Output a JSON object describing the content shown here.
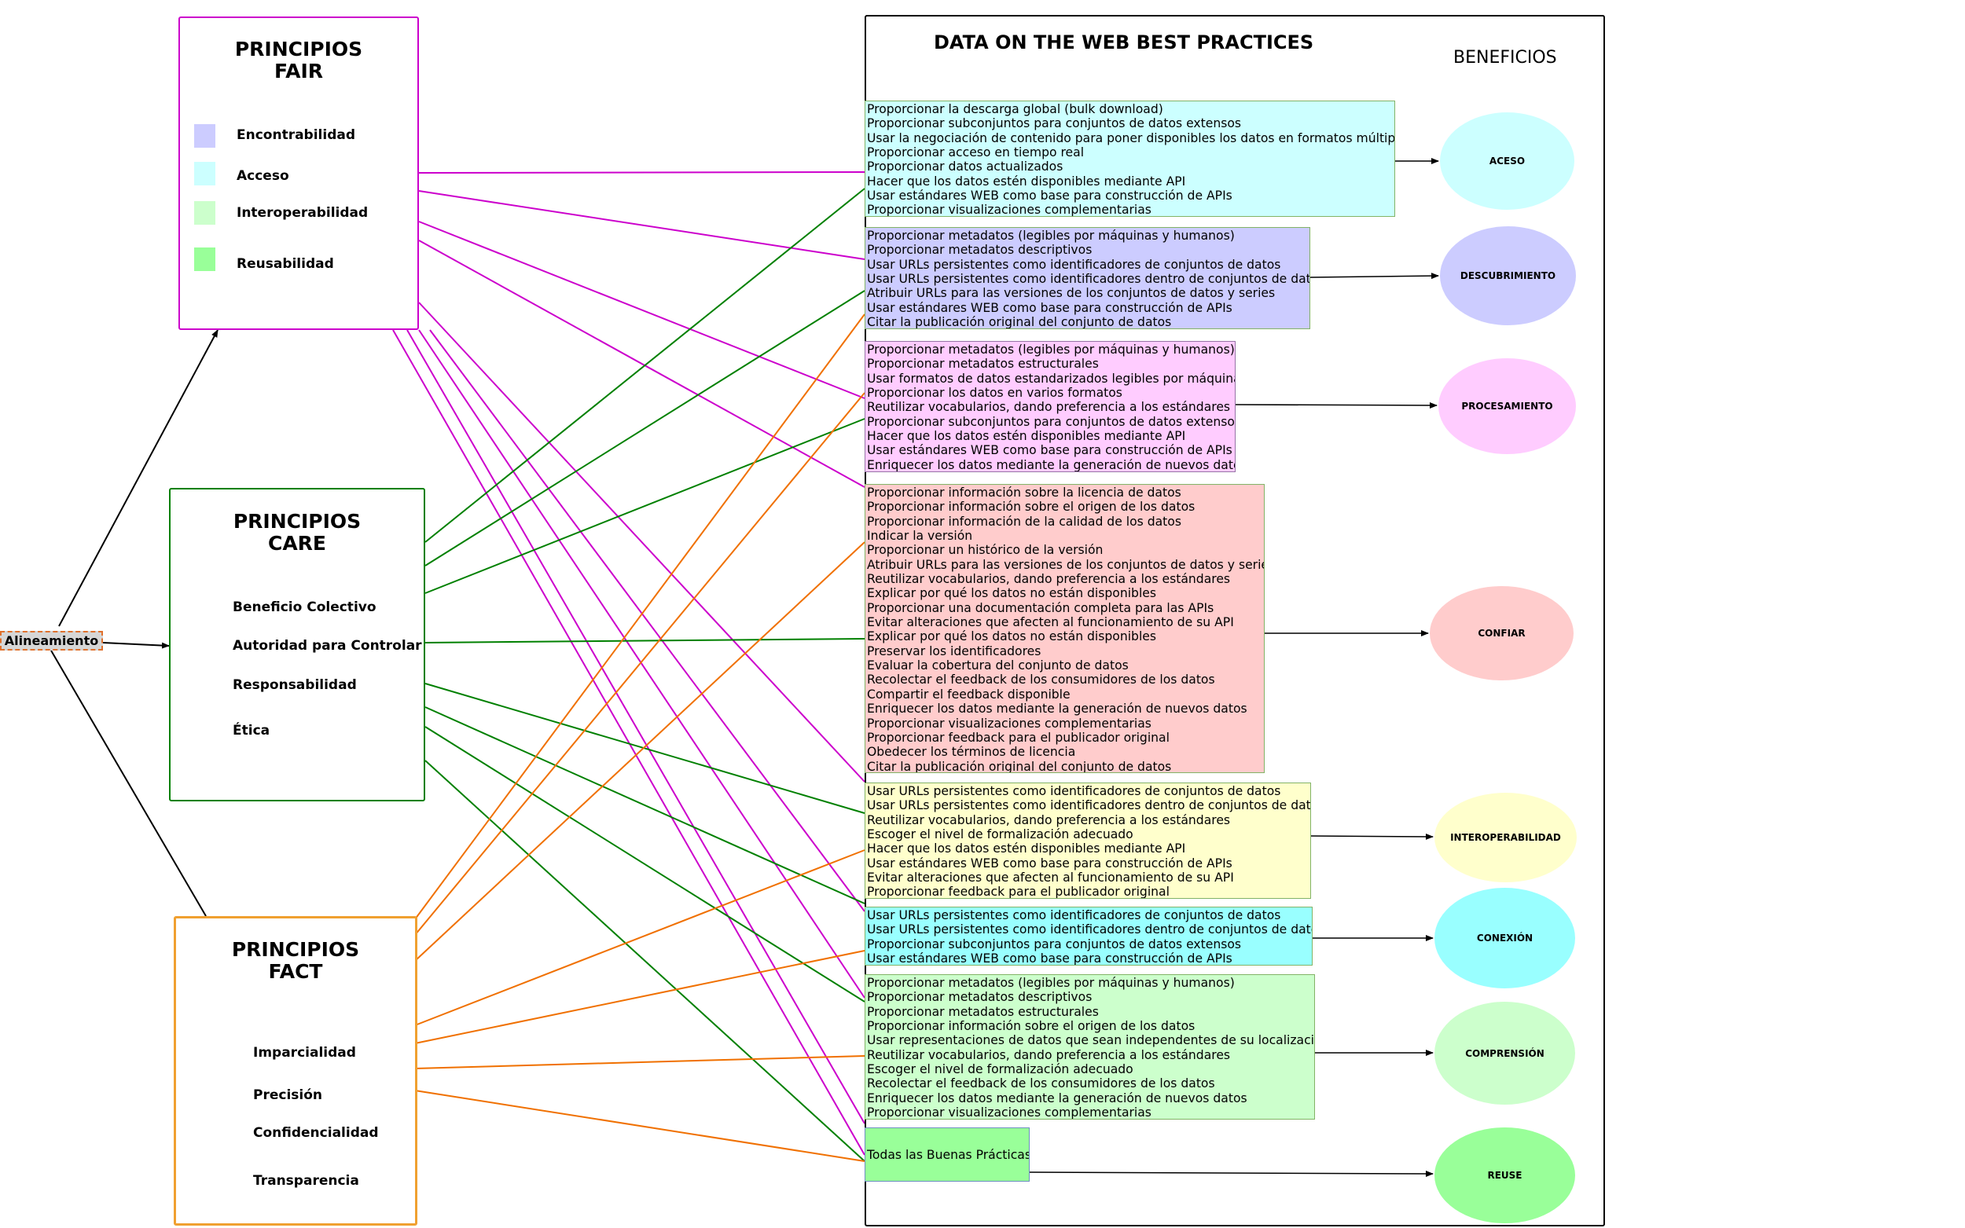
{
  "header": {
    "title": "DATA ON THE WEB BEST PRACTICES",
    "benefits_label": "BENEFICIOS"
  },
  "alignment": {
    "label": "Alineamiento"
  },
  "principles": {
    "fair": {
      "title_line1": "PRINCIPIOS",
      "title_line2": "FAIR",
      "color": "#cc00cc",
      "items": [
        {
          "label": "Encontrabilidad",
          "swatch": "#ccccff"
        },
        {
          "label": "Acceso",
          "swatch": "#ccffff"
        },
        {
          "label": "Interoperabilidad",
          "swatch": "#ccffcc"
        },
        {
          "label": "Reusabilidad",
          "swatch": "#99ff99"
        }
      ]
    },
    "care": {
      "title_line1": "PRINCIPIOS",
      "title_line2": "CARE",
      "color": "#008000",
      "items": [
        {
          "label": "Beneficio Colectivo"
        },
        {
          "label": "Autoridad para Controlar"
        },
        {
          "label": "Responsabilidad"
        },
        {
          "label": "Ética"
        }
      ]
    },
    "fact": {
      "title_line1": "PRINCIPIOS",
      "title_line2": "FACT",
      "color": "#f0a030",
      "items": [
        {
          "label": "Imparcialidad"
        },
        {
          "label": "Precisión"
        },
        {
          "label": "Confidencialidad"
        },
        {
          "label": "Transparencia"
        }
      ]
    }
  },
  "practices": [
    {
      "fill": "#ccffff",
      "text": "Proporcionar la descarga global (bulk download)\nProporcionar subconjuntos para conjuntos de datos extensos\nUsar la negociación de contenido para poner disponibles los datos en formatos múltiples\nProporcionar acceso en tiempo real\nProporcionar datos actualizados\nHacer que los datos estén disponibles mediante API\nUsar estándares WEB como base para construcción de APIs\nProporcionar visualizaciones complementarias"
    },
    {
      "fill": "#ccccff",
      "text": "Proporcionar metadatos (legibles por máquinas y humanos)\nProporcionar metadatos descriptivos\nUsar URLs persistentes como identificadores de conjuntos de datos\nUsar URLs persistentes como identificadores dentro de conjuntos de datos\nAtribuir URLs para las versiones de los conjuntos de datos y series\nUsar estándares WEB como base para construcción de APIs\nCitar la publicación original del conjunto de datos"
    },
    {
      "fill": "#ffccff",
      "text": "Proporcionar metadatos (legibles por máquinas y humanos)\nProporcionar metadatos estructurales\nUsar formatos de datos estandarizados legibles por máquinas\nProporcionar los datos en varios formatos\nReutilizar vocabularios, dando preferencia a los estándares\nProporcionar subconjuntos para conjuntos de datos extensos\nHacer que los datos estén disponibles mediante API\nUsar estándares WEB como base para construcción de APIs\nEnriquecer los datos mediante la generación de nuevos datos"
    },
    {
      "fill": "#ffcccc",
      "text": "Proporcionar información sobre la licencia de datos\nProporcionar información sobre el origen de los datos\nProporcionar información de la calidad de los datos\nIndicar la versión\nProporcionar un histórico de la versión\nAtribuir URLs para las versiones de los conjuntos de datos y series\nReutilizar vocabularios, dando preferencia a los estándares\nExplicar por qué los datos no están disponibles\nProporcionar una documentación completa para las APIs\nEvitar alteraciones que afecten al funcionamiento de su API\nExplicar por qué los datos no están disponibles\nPreservar los identificadores\nEvaluar la cobertura del conjunto de datos\nRecolectar el feedback de los consumidores de los datos\nCompartir el feedback disponible\nEnriquecer los datos mediante la generación de nuevos datos\nProporcionar visualizaciones complementarias\nProporcionar feedback para el publicador original\nObedecer los términos de licencia\nCitar la publicación original del conjunto de datos"
    },
    {
      "fill": "#ffffcc",
      "text": "Usar URLs persistentes como identificadores de conjuntos de datos\nUsar URLs persistentes como identificadores dentro de conjuntos de datos\nReutilizar vocabularios, dando preferencia a los estándares\nEscoger el nivel de formalización adecuado\nHacer que los datos estén disponibles mediante API\nUsar estándares WEB como base para construcción de APIs\nEvitar alteraciones que afecten al funcionamiento de su API\nProporcionar feedback para el publicador original"
    },
    {
      "fill": "#99ffff",
      "text": "Usar URLs persistentes como identificadores de conjuntos de datos\nUsar URLs persistentes como identificadores dentro de conjuntos de datos\nProporcionar subconjuntos para conjuntos de datos extensos\nUsar estándares WEB como base para construcción de APIs"
    },
    {
      "fill": "#ccffcc",
      "text": "Proporcionar metadatos (legibles por máquinas y humanos)\nProporcionar metadatos descriptivos\nProporcionar metadatos estructurales\nProporcionar información sobre el origen de los datos\nUsar representaciones de datos que sean independentes de su localización\nReutilizar vocabularios, dando preferencia a los estándares\nEscoger el nivel de formalización adecuado\nRecolectar el feedback de los consumidores de los datos\nEnriquecer los datos mediante la generación de nuevos datos\nProporcionar visualizaciones complementarias"
    },
    {
      "fill": "#99ff99",
      "text": "Todas las Buenas Prácticas"
    }
  ],
  "benefits": [
    {
      "label": "ACESO",
      "fill": "#ccffff"
    },
    {
      "label": "DESCUBRIMIENTO",
      "fill": "#ccccff"
    },
    {
      "label": "PROCESAMIENTO",
      "fill": "#ffccff"
    },
    {
      "label": "CONFIAR",
      "fill": "#ffcccc"
    },
    {
      "label": "INTEROPERABILIDAD",
      "fill": "#ffffcc"
    },
    {
      "label": "CONEXIÓN",
      "fill": "#99ffff"
    },
    {
      "label": "COMPRENSIÓN",
      "fill": "#ccffcc"
    },
    {
      "label": "REUSE",
      "fill": "#99ff99"
    }
  ]
}
